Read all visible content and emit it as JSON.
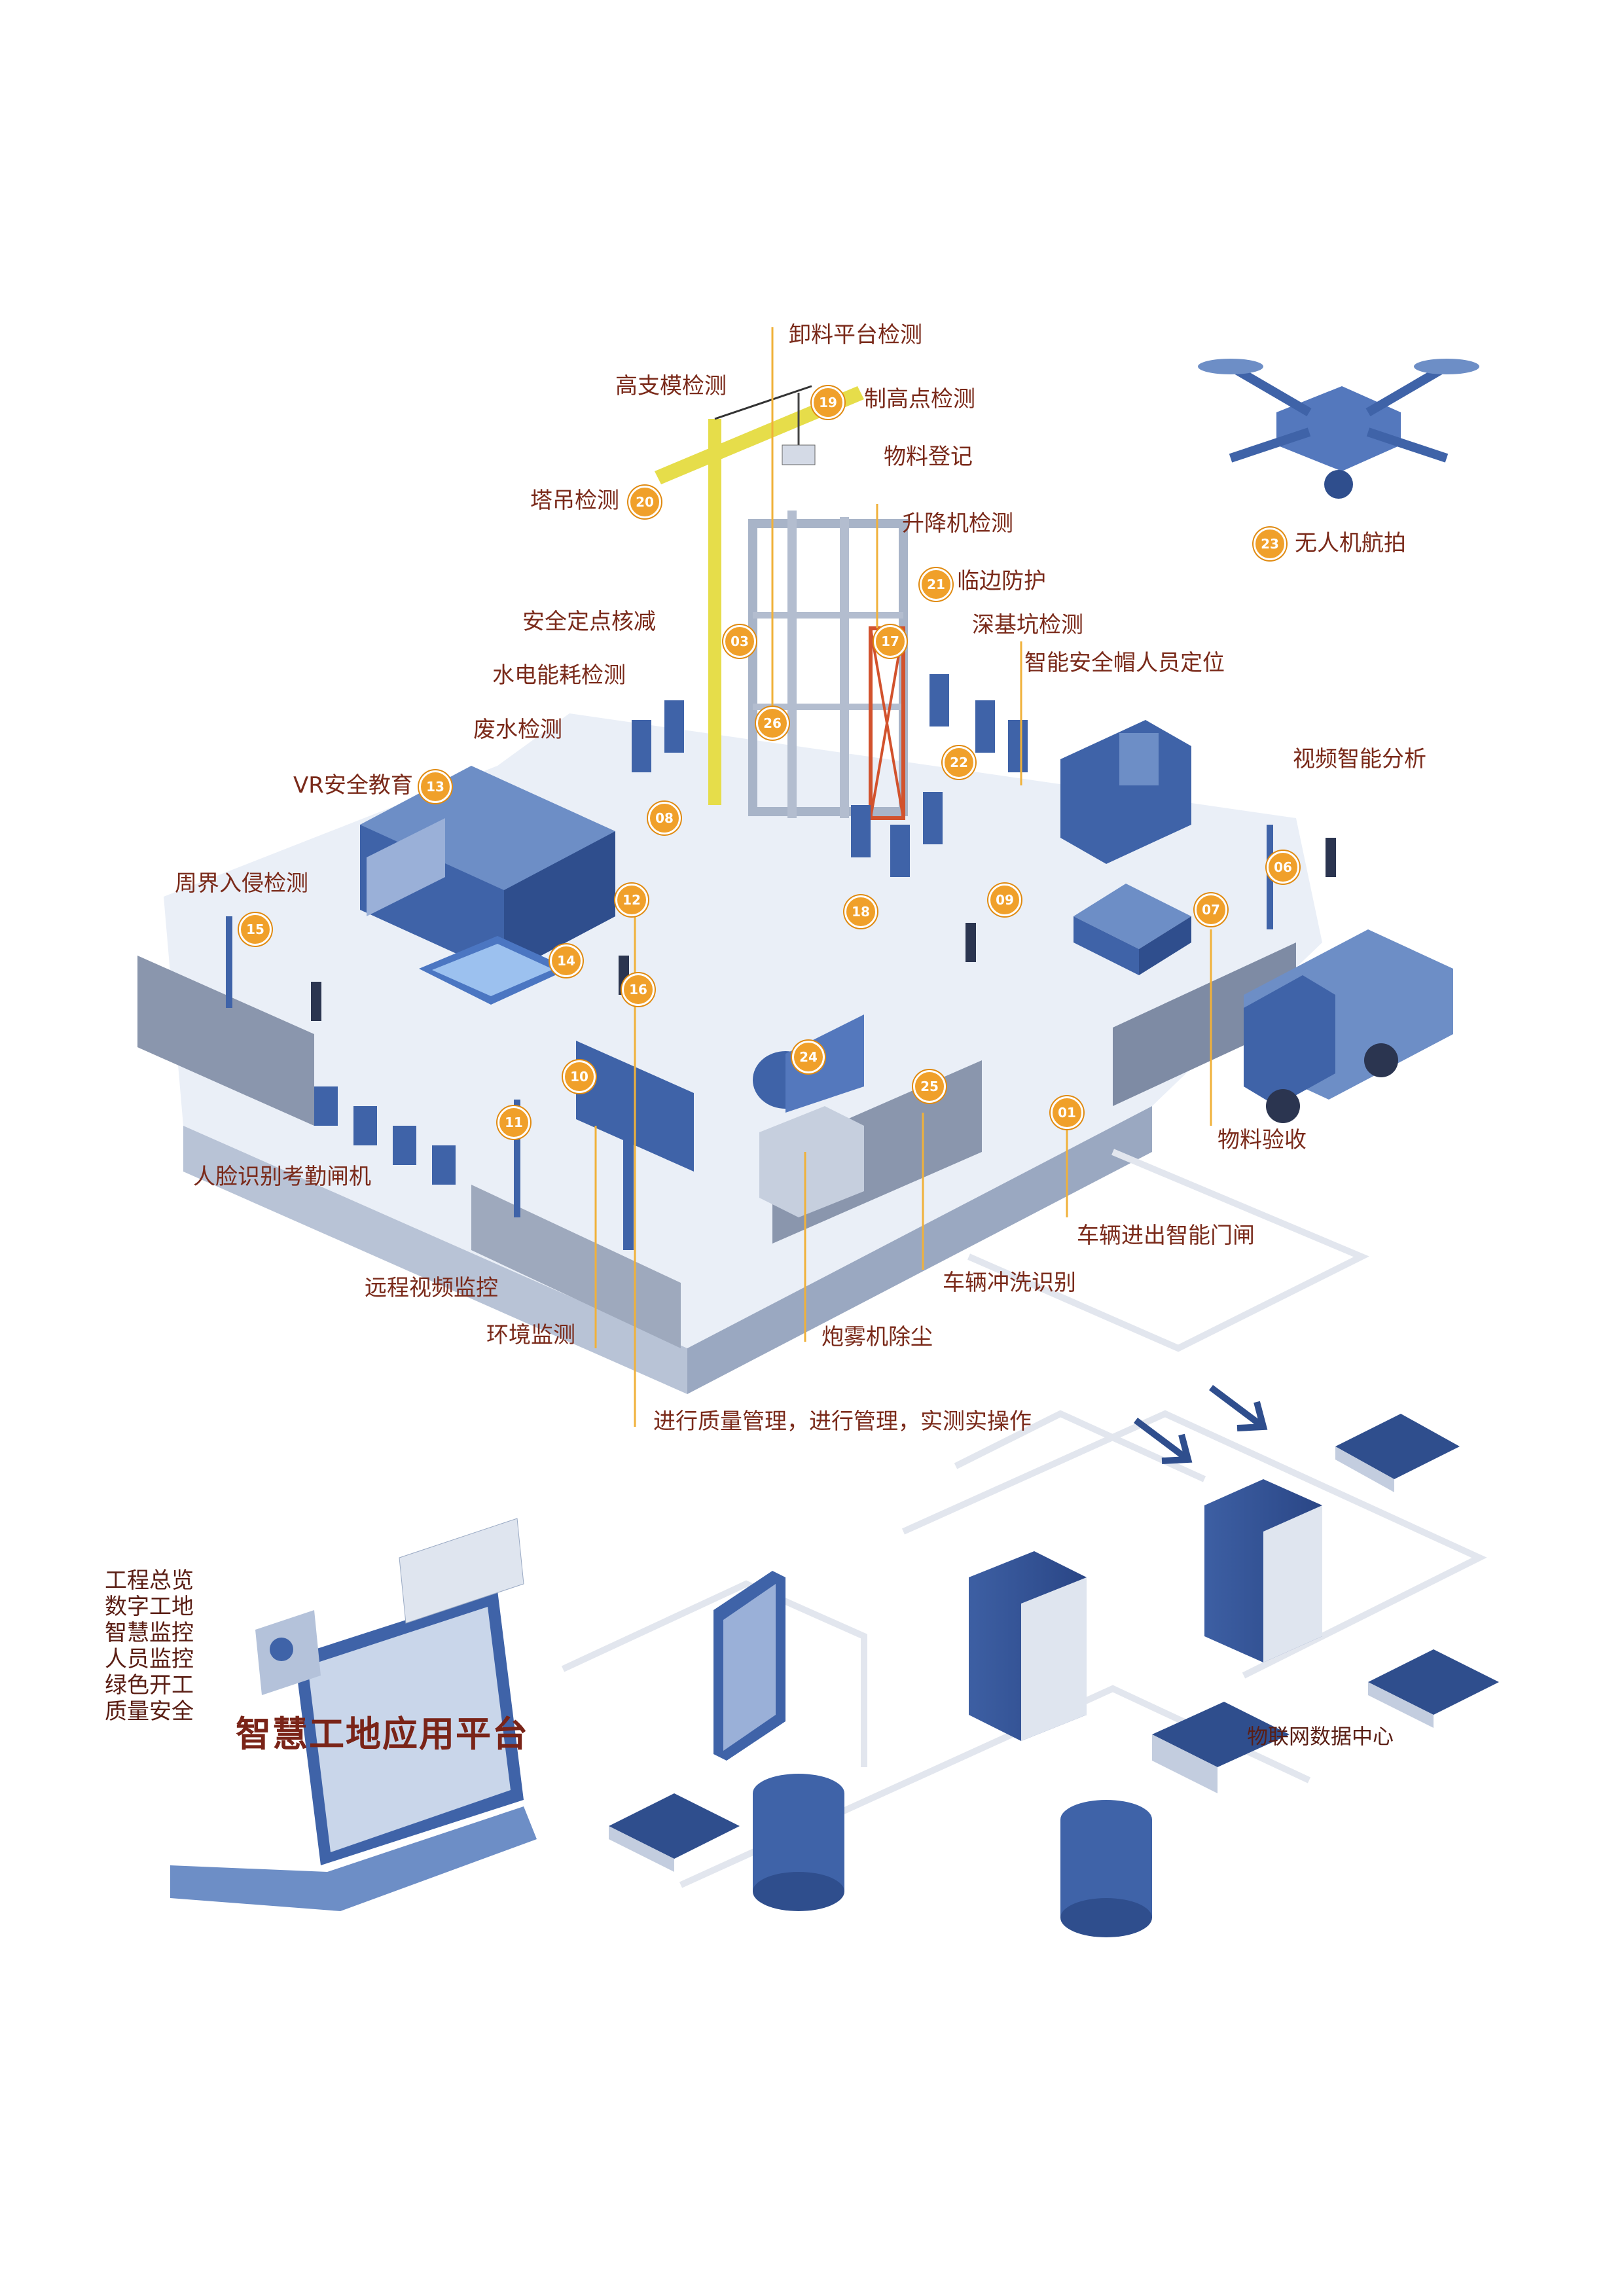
{
  "colors": {
    "platform_top": "#e8eef7",
    "platform_side": "#a9b6cc",
    "building_blue": "#3f63a8",
    "crane_yellow": "#e6dd4a",
    "label_brown": "#7a2a1a",
    "badge_orange": "#f0a02a"
  },
  "labels": {
    "unloading_platform": "卸料平台检测",
    "high_formwork": "高支模检测",
    "high_point": "制高点检测",
    "materials_register": "物料登记",
    "tower_crane": "塔吊检测",
    "hoist": "升降机检测",
    "edge_protection": "临边防护",
    "safety_point": "安全定点核减",
    "deep_pit": "深基坑检测",
    "utility_energy": "水电能耗检测",
    "helmet_positioning": "智能安全帽人员定位",
    "wastewater": "废水检测",
    "vr_education": "VR安全教育",
    "video_ai": "视频智能分析",
    "perimeter": "周界入侵检测",
    "drone": "无人机航拍",
    "face_gate": "人脸识别考勤闸机",
    "material_acceptance": "物料验收",
    "vehicle_gate": "车辆进出智能门闸",
    "remote_video": "远程视频监控",
    "vehicle_wash": "车辆冲洗识别",
    "environment": "环境监测",
    "fog_cannon": "炮雾机除尘",
    "quality_progress": "进行质量管理，进行管理，实测实操作"
  },
  "badges": {
    "b01": "01",
    "b03": "03",
    "b06": "06",
    "b07": "07",
    "b08": "08",
    "b09": "09",
    "b10": "10",
    "b11": "11",
    "b12": "12",
    "b13": "13",
    "b14": "14",
    "b15": "15",
    "b16": "16",
    "b17": "17",
    "b18": "18",
    "b19": "19",
    "b20": "20",
    "b21": "21",
    "b22": "22",
    "b23": "23",
    "b24": "24",
    "b25": "25",
    "b26": "26"
  },
  "platform_menu": [
    "工程总览",
    "数字工地",
    "智慧监控",
    "人员监控",
    "绿色开工",
    "质量安全"
  ],
  "titles": {
    "platform": "智慧工地应用平台",
    "data_center": "物联网数据中心"
  }
}
